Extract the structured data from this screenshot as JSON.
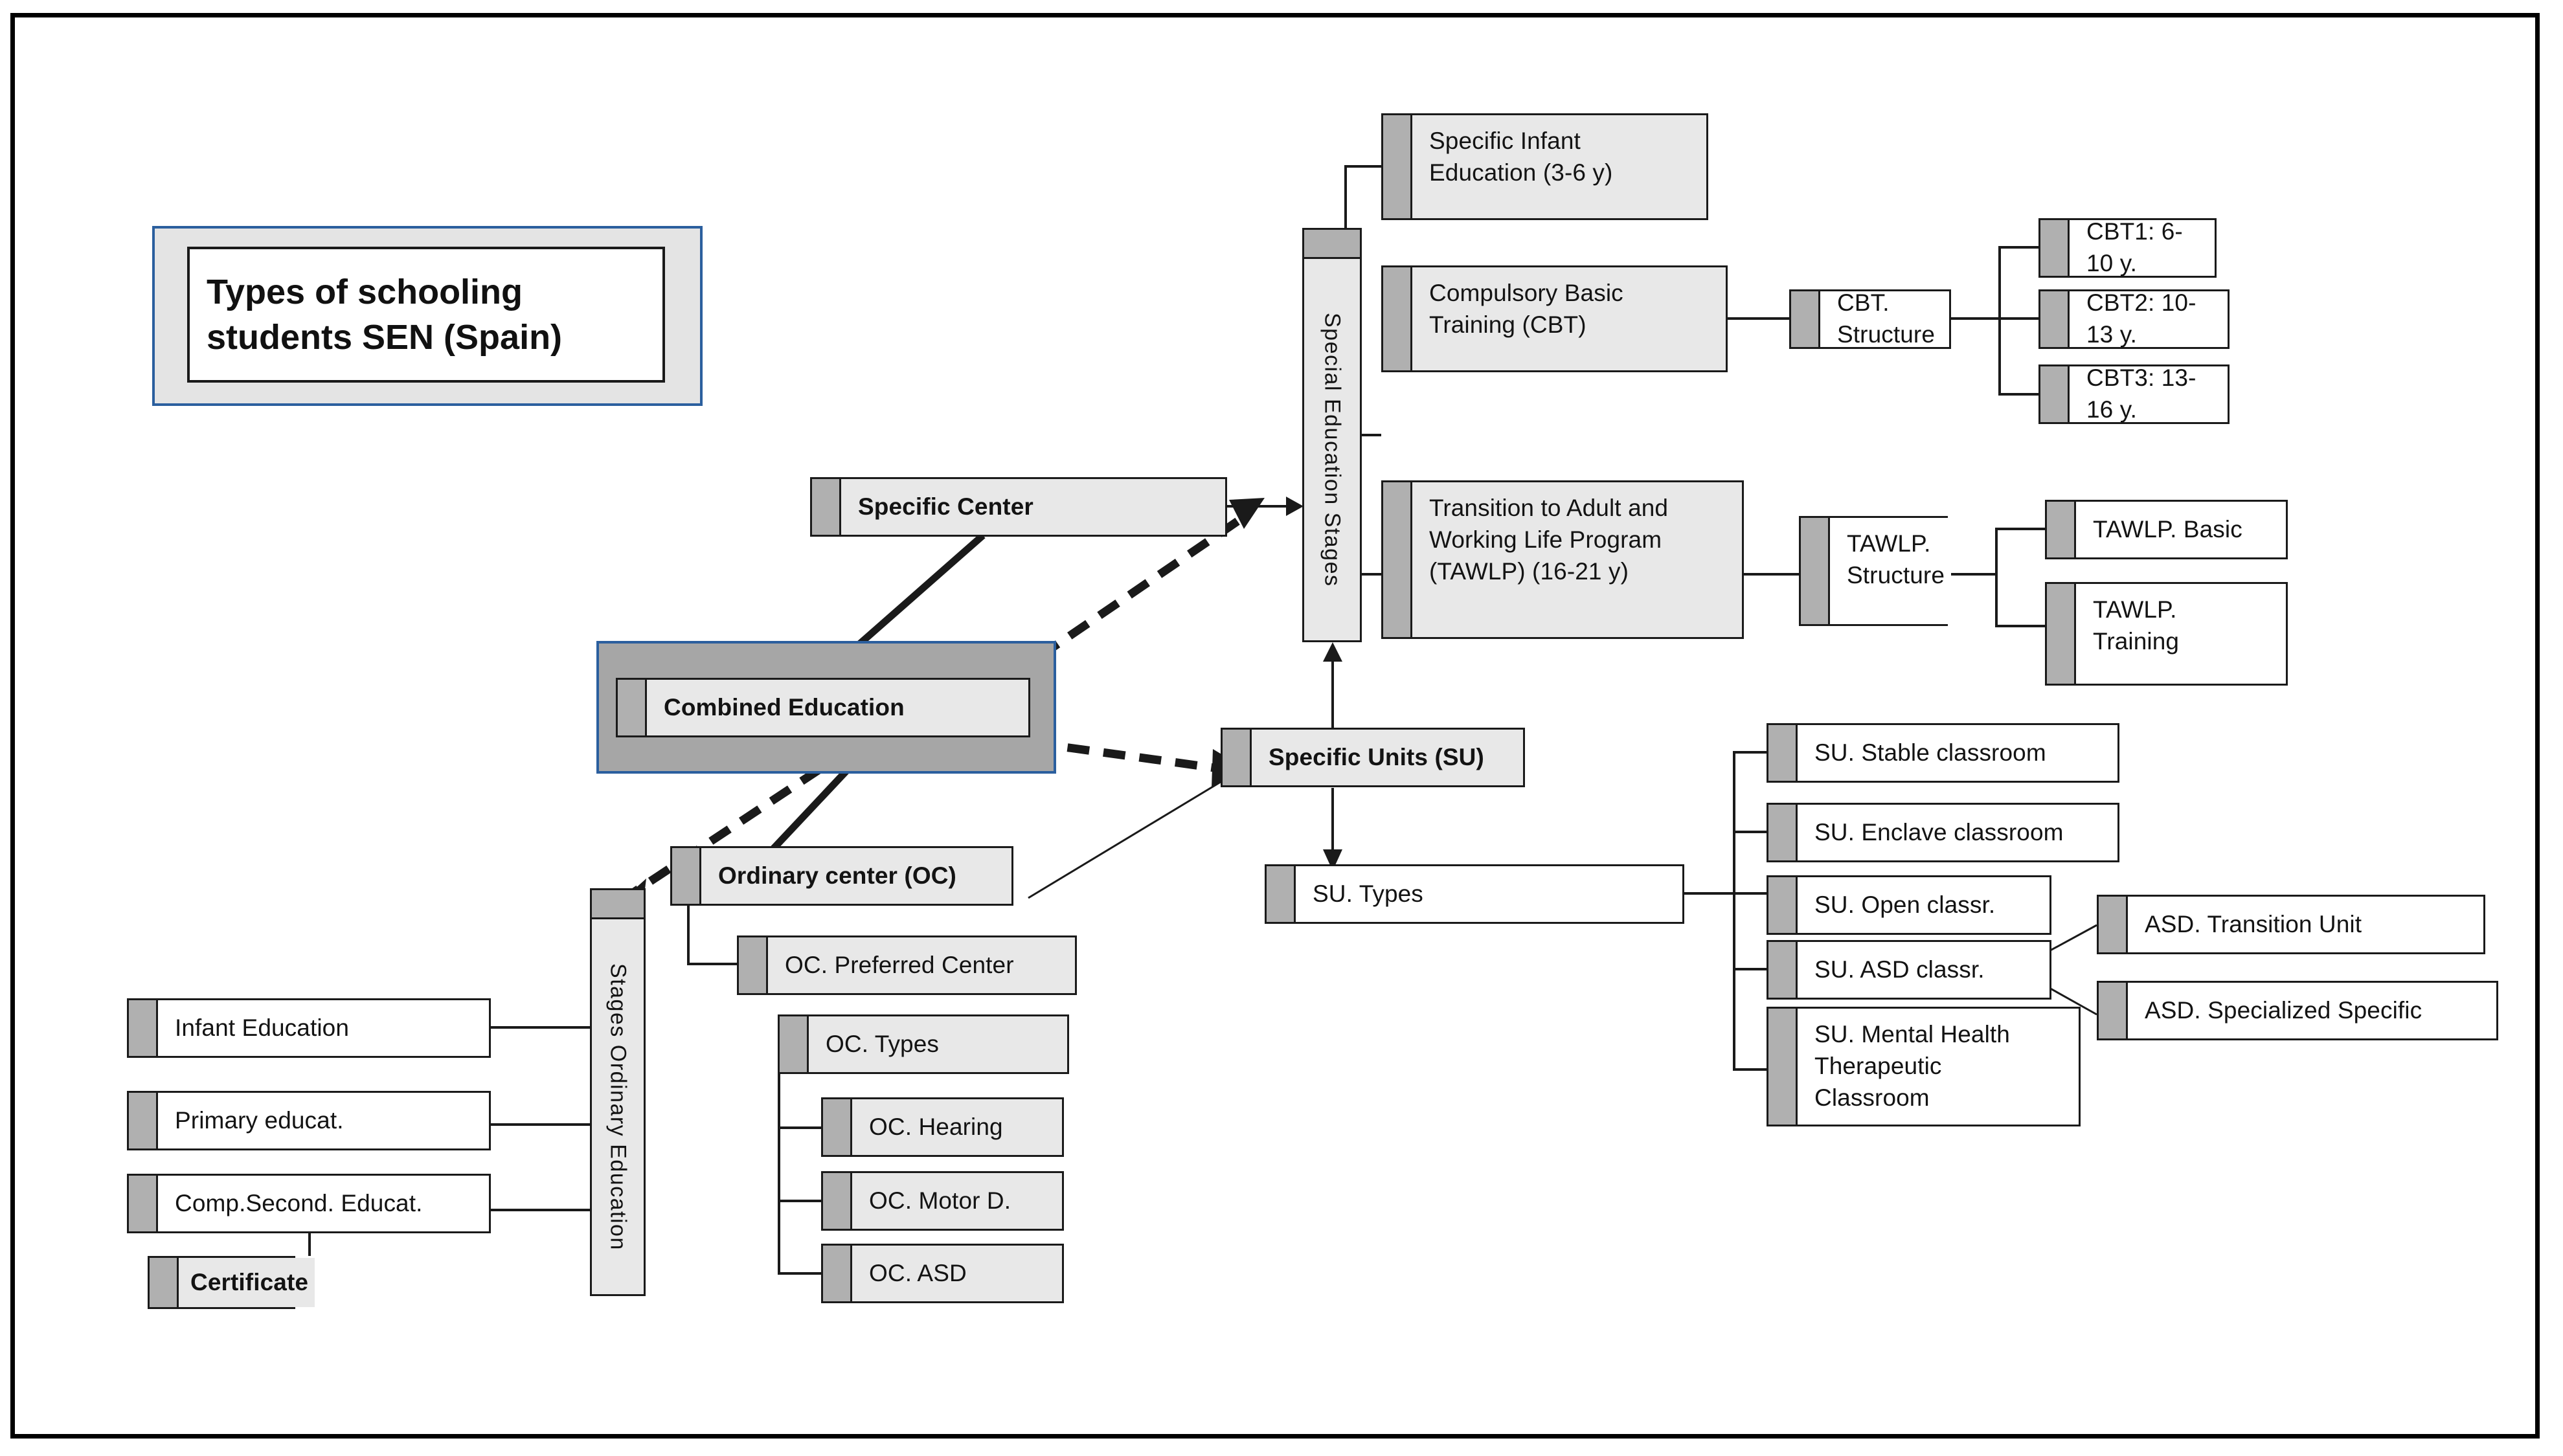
{
  "title": {
    "text": "Types of schooling\nstudents SEN (Spain)"
  },
  "colors": {
    "box_border": "#1a1a1a",
    "tab_gray": "#b0b0b0",
    "body_light": "#e8e8e8",
    "body_white": "#ffffff",
    "highlight_fill": "#a6a6a6",
    "highlight_border": "#2b5f9e",
    "frame_border": "#000000"
  },
  "nodes": {
    "special_education_stages": "Special Education Stages",
    "stages_ordinary_education": "Stages Ordinary Education",
    "specific_infant_education": "Specific Infant\nEducation (3-6 y)",
    "compulsory_basic_training": "Compulsory Basic\nTraining (CBT)",
    "cbt_structure": "CBT. Structure",
    "cbt1": "CBT1: 6-10 y.",
    "cbt2": "CBT2: 10-13 y.",
    "cbt3": "CBT3: 13-16 y.",
    "tawlp": "Transition to Adult and\nWorking Life Program\n(TAWLP) (16-21 y)",
    "tawlp_structure": "TAWLP.\nStructure",
    "tawlp_basic": "TAWLP. Basic",
    "tawlp_training": "TAWLP.\nTraining",
    "specific_center": "Specific Center",
    "combined_education": "Combined Education",
    "ordinary_center": "Ordinary center (OC)",
    "oc_preferred_center": "OC. Preferred  Center",
    "oc_types": "OC. Types",
    "oc_hearing": "OC. Hearing",
    "oc_motor_d": "OC. Motor  D.",
    "oc_asd": "OC. ASD",
    "specific_units": "Specific Units (SU)",
    "su_types": "SU. Types",
    "su_stable_classroom": "SU. Stable classroom",
    "su_enclave_classroom": "SU. Enclave classroom",
    "su_open_classr": "SU. Open classr.",
    "su_asd_classr": "SU. ASD classr.",
    "su_mental_health": "SU. Mental Health\nTherapeutic\nClassroom",
    "asd_transition_unit": "ASD. Transition Unit",
    "asd_specialized_specific": "ASD. Specialized Specific",
    "infant_education": "Infant Education",
    "primary_educat": "Primary educat.",
    "comp_second_educat": "Comp.Second.  Educat.",
    "certificate": "Certificate"
  }
}
